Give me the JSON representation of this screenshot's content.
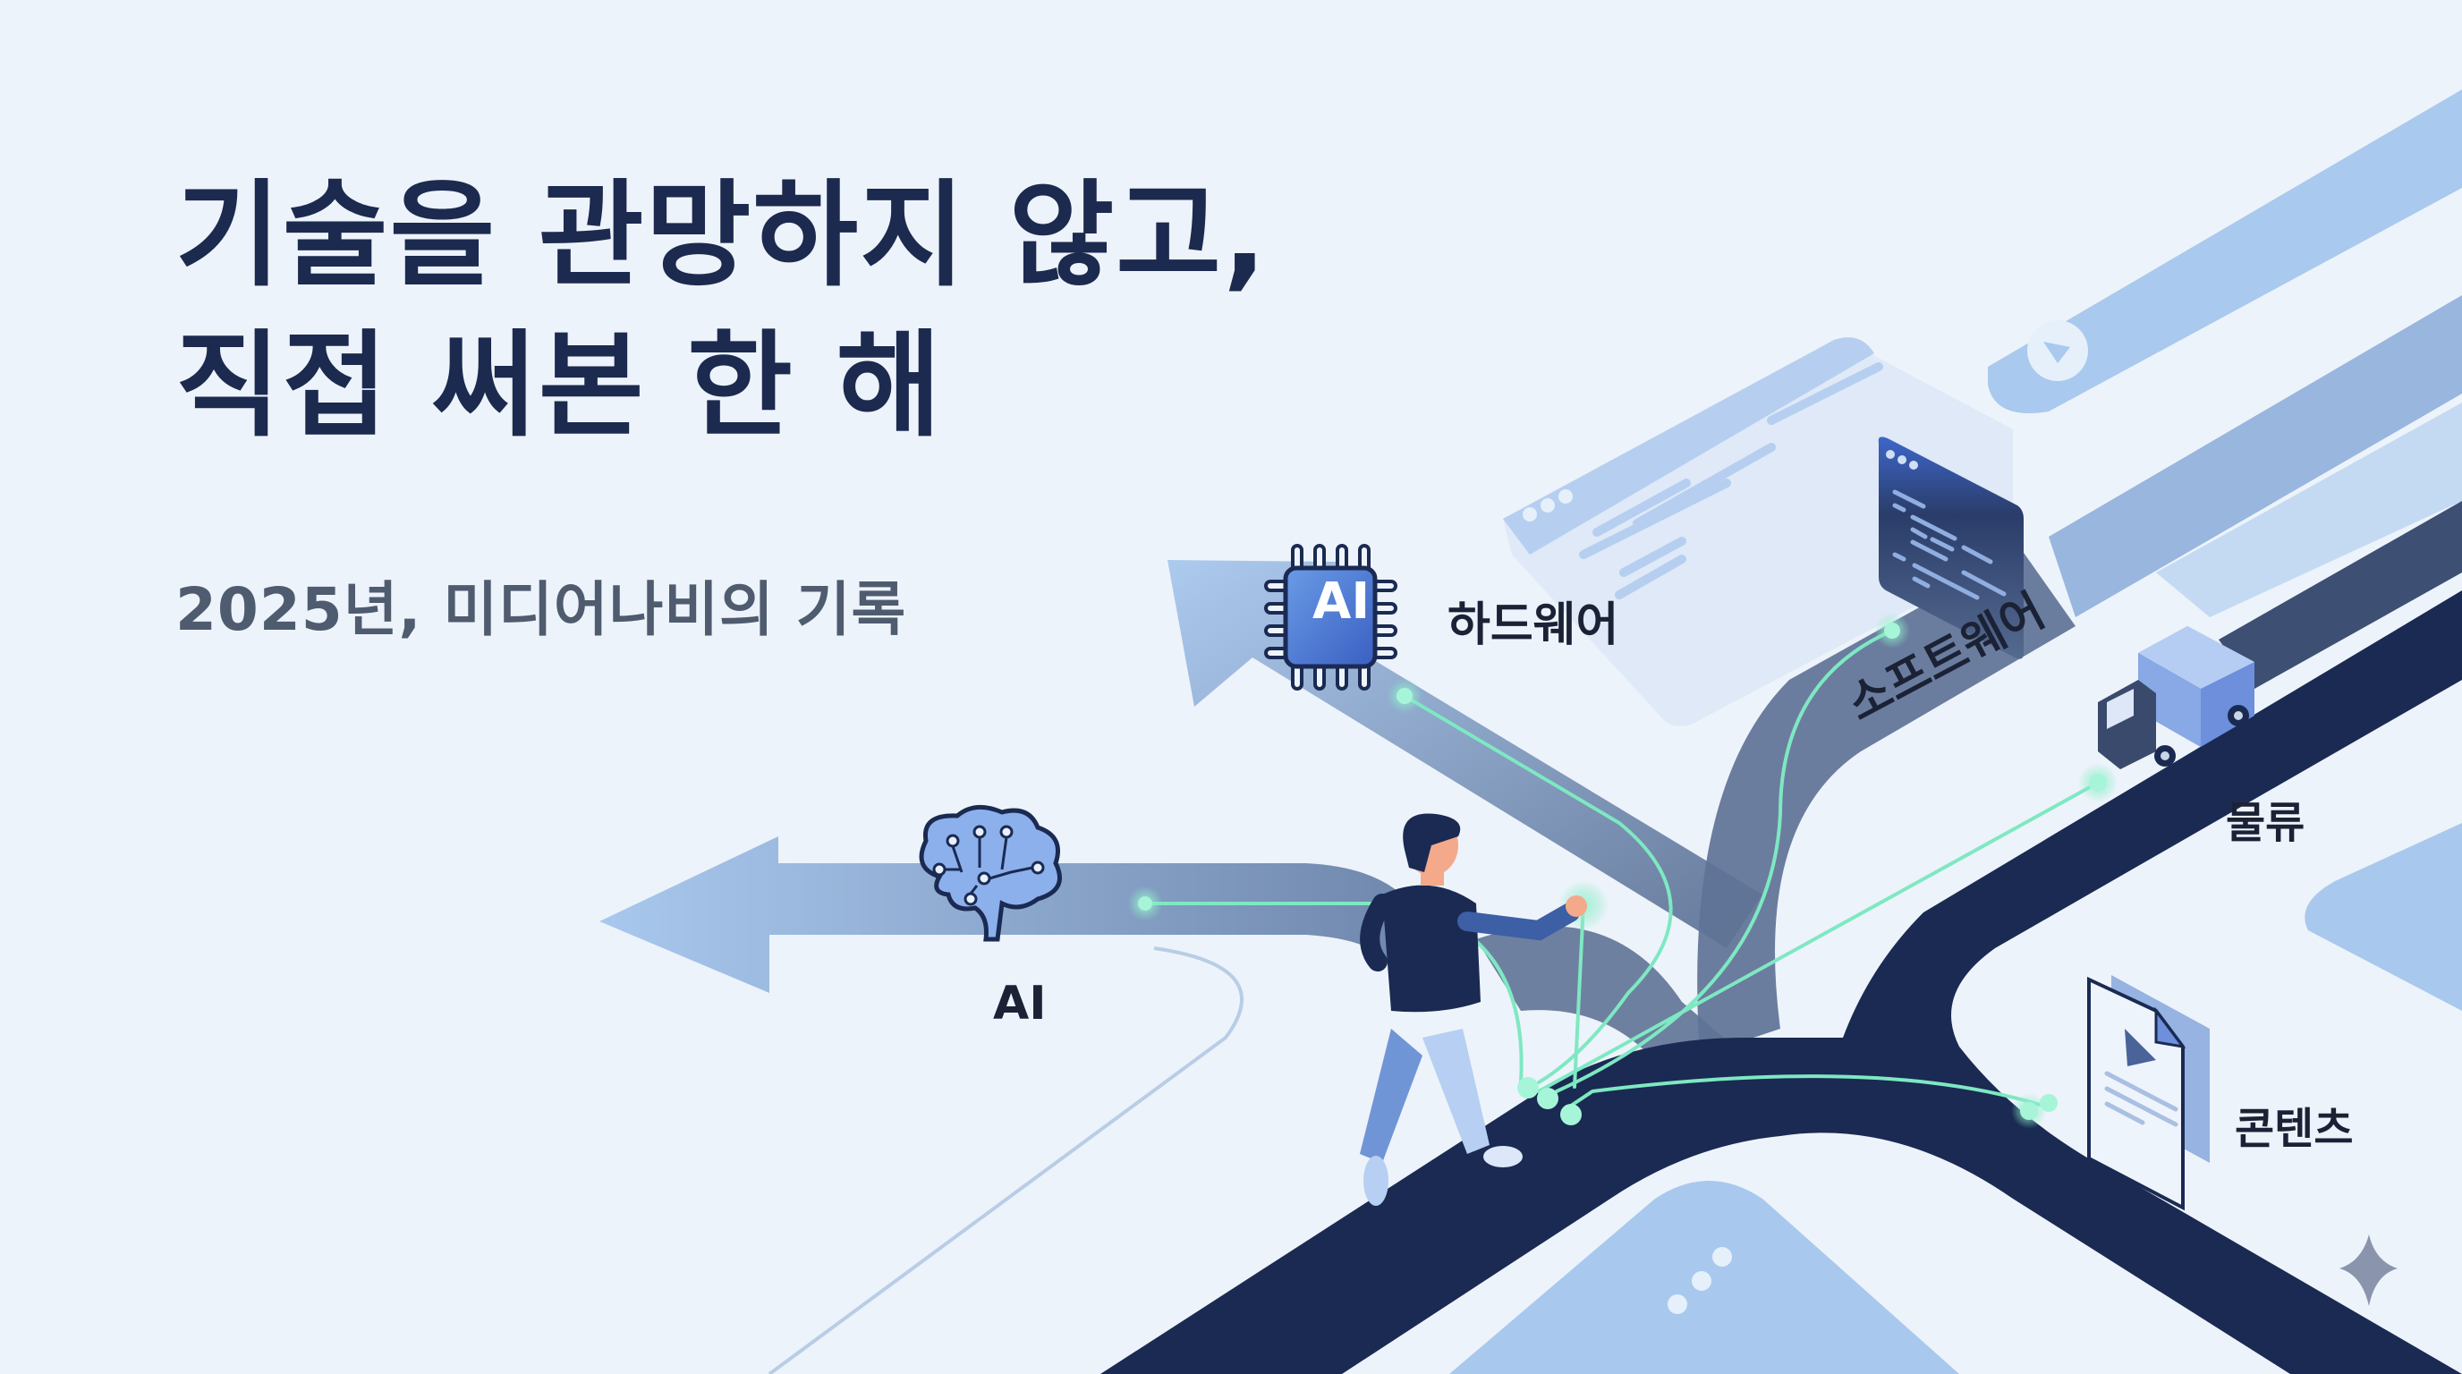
{
  "headline": {
    "line1": "기술을 관망하지 않고,",
    "line2": "직접 써본 한 해"
  },
  "subtitle": "2025년, 미디어나비의 기록",
  "paths": {
    "ai": {
      "label": "AI",
      "icon": "brain-circuit-icon"
    },
    "hardware": {
      "label": "하드웨어",
      "icon": "ai-chip-icon",
      "chip_text": "AI"
    },
    "software": {
      "label": "소프트웨어",
      "icon": "code-window-icon"
    },
    "logistics": {
      "label": "물류",
      "icon": "delivery-truck-icon"
    },
    "contents": {
      "label": "콘텐츠",
      "icon": "video-document-icon"
    }
  },
  "decorations": {
    "person": "walking-person-illustration",
    "sparkle": "sparkle-icon",
    "video_bar": "play-button-icon"
  },
  "colors": {
    "background": "#edf3fa",
    "title": "#1b2a4e",
    "subtitle": "#4f5b6e",
    "road_dark": "#1a2a52",
    "road_mid": "#5f7396",
    "arrow_light": "#a9c8ee",
    "accent_glow": "#7ee8c2",
    "chip_blue": "#3f6fd1"
  }
}
